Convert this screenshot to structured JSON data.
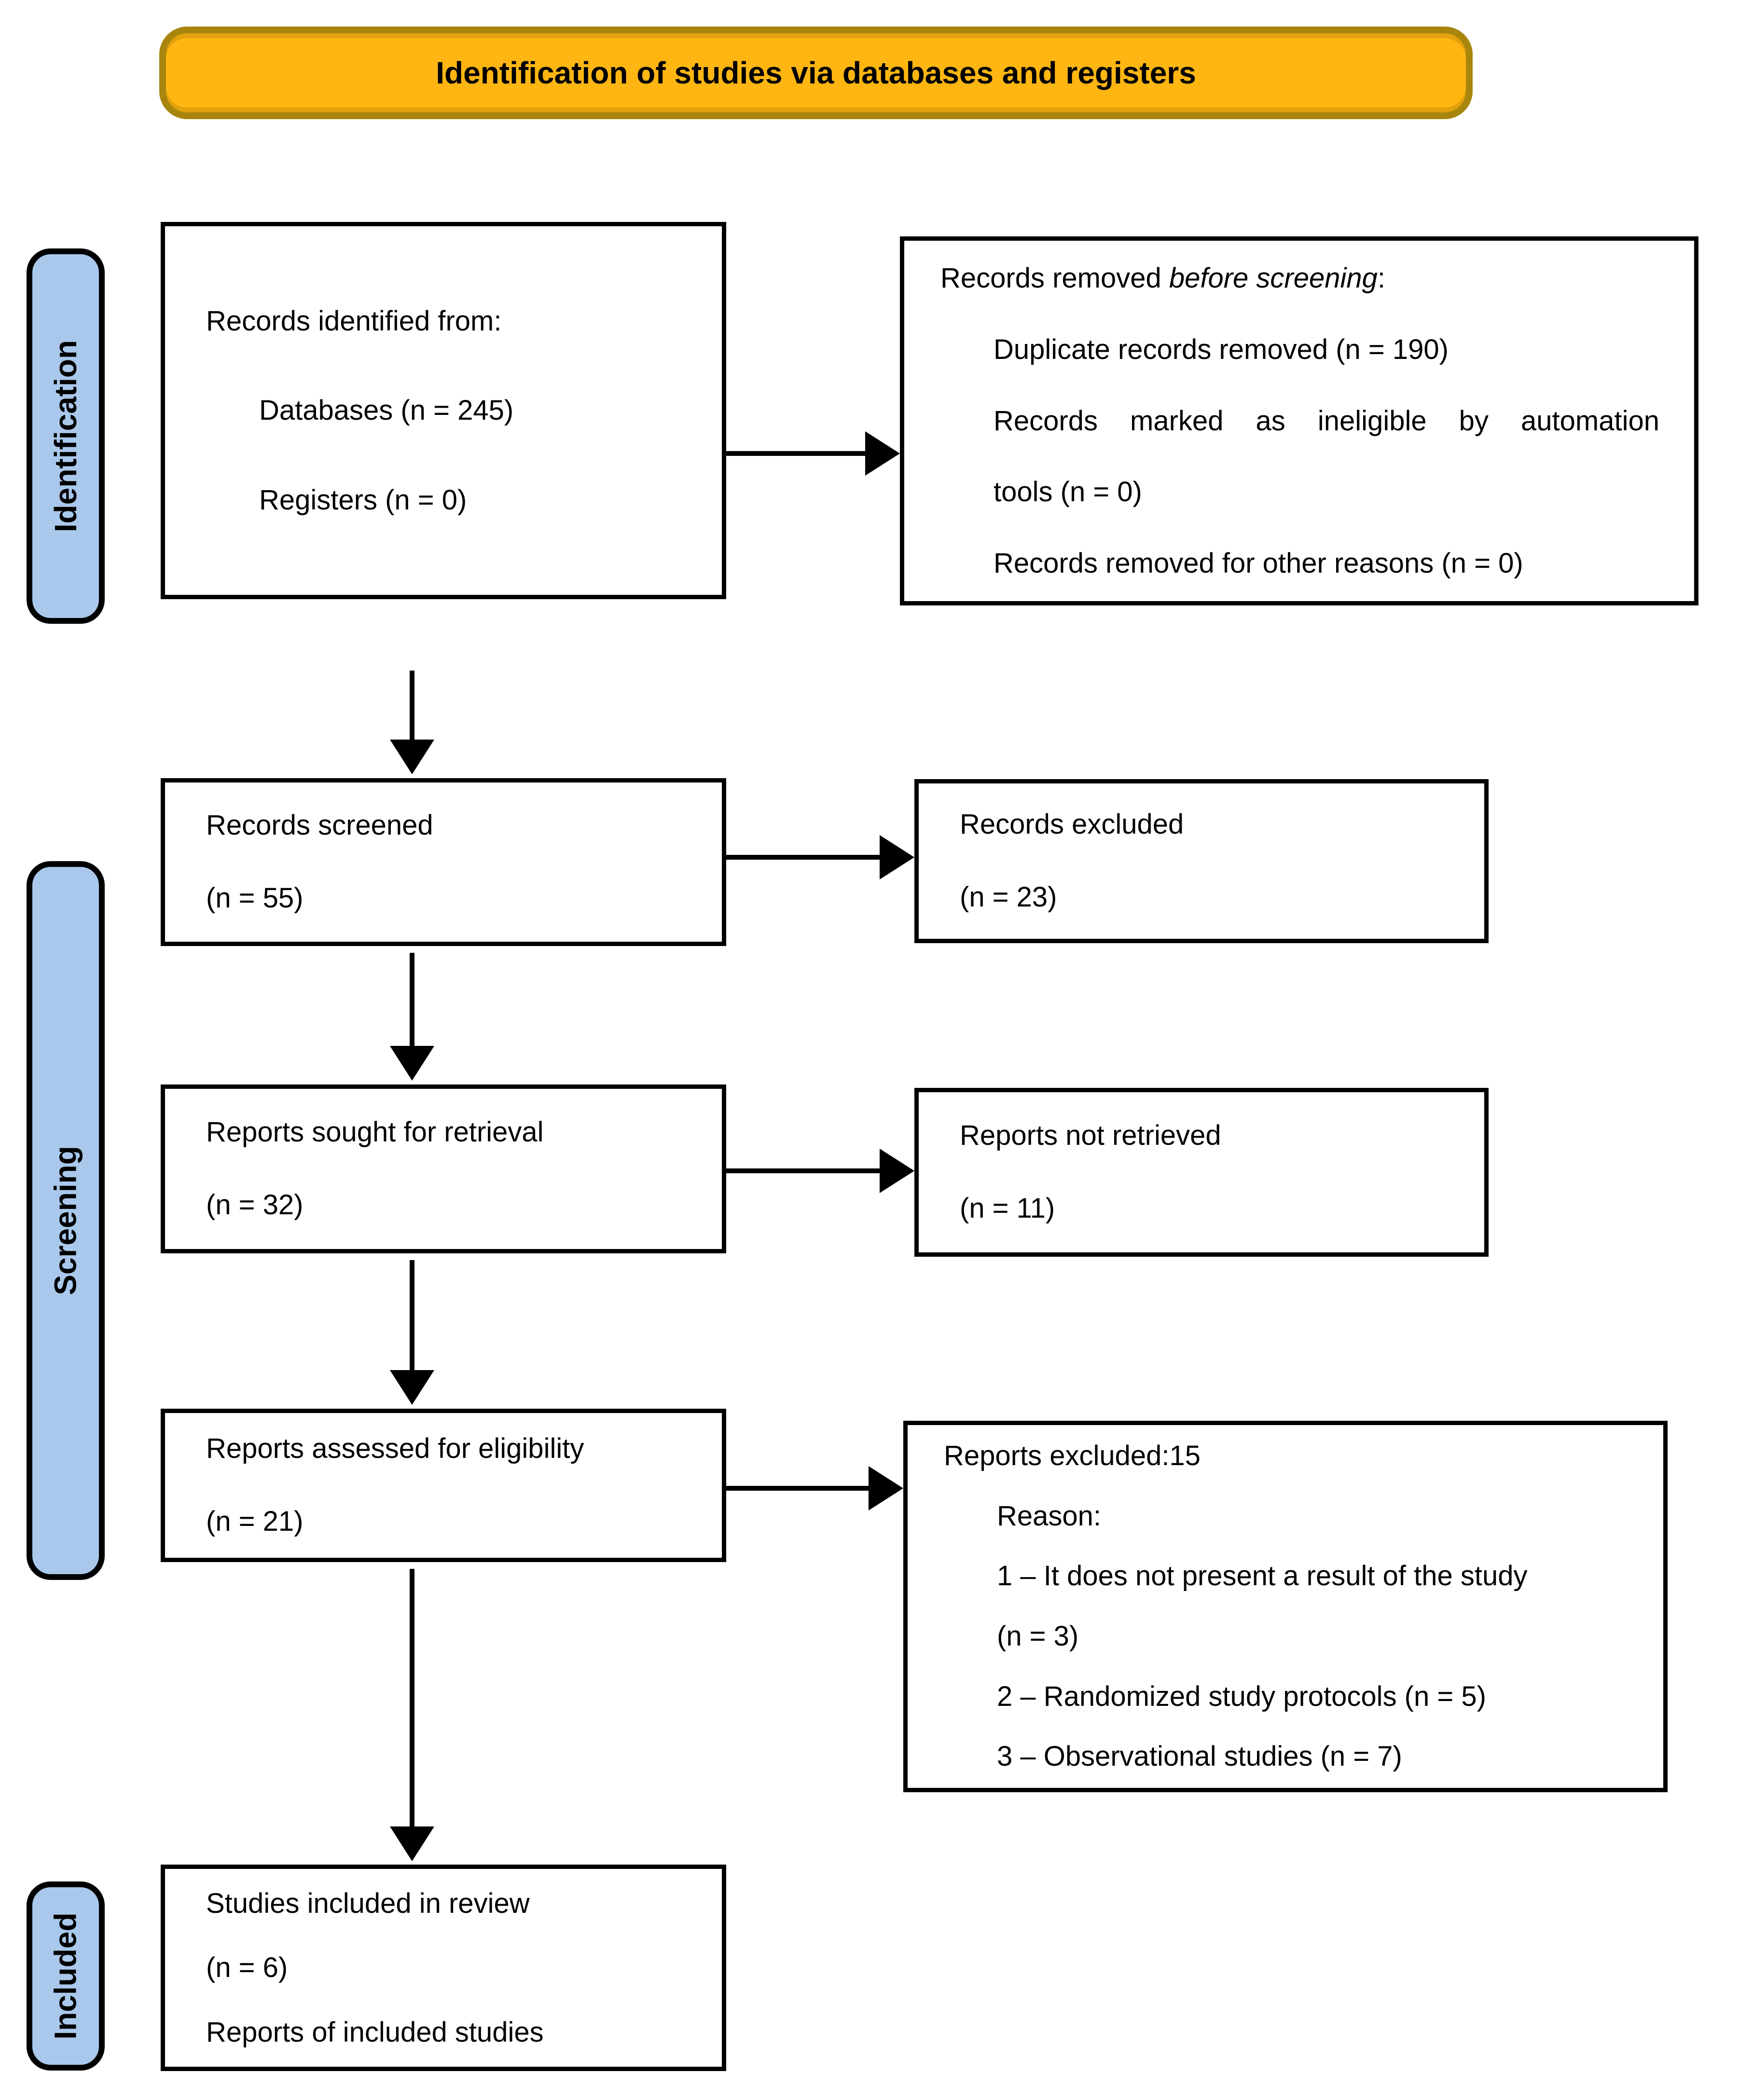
{
  "banner": {
    "label": "Identification of studies via databases and registers",
    "fill": "#FFB612",
    "border": "#A8860D"
  },
  "sidebar": {
    "fill": "#A9C8EB",
    "items": [
      {
        "label": "Identification"
      },
      {
        "label": "Screening"
      },
      {
        "label": "Included"
      }
    ]
  },
  "flow": {
    "records_identified": {
      "title": "Records identified from:",
      "databases": "Databases (n = 245)",
      "registers": "Registers (n = 0)"
    },
    "records_removed": {
      "prefix": "Records removed ",
      "italic": "before screening",
      "suffix": ":",
      "duplicates": "Duplicate records removed (n = 190)",
      "automation_line1": "Records marked as ineligible by automation",
      "automation_line2": "tools (n = 0)",
      "other": "Records removed for other reasons (n = 0)"
    },
    "records_screened": {
      "label": "Records screened",
      "count": "(n = 55)"
    },
    "records_excluded": {
      "label": "Records excluded",
      "count": "(n = 23)"
    },
    "reports_sought": {
      "label": "Reports sought for retrieval",
      "count": "(n = 32)"
    },
    "reports_not_retrieved": {
      "label": "Reports not retrieved",
      "count": "(n = 11)"
    },
    "reports_assessed": {
      "label": "Reports assessed for eligibility",
      "count": "(n = 21)"
    },
    "reports_excluded": {
      "title": "Reports excluded:15",
      "reason_label": "Reason:",
      "reason1_line1": "1 – It does not present a result of the study",
      "reason1_line2": "(n = 3)",
      "reason2": "2 – Randomized study protocols (n = 5)",
      "reason3": "3 – Observational studies (n = 7)"
    },
    "studies_included": {
      "line1": "Studies included in review",
      "line2": "(n = 6)",
      "line3": "Reports of included studies"
    }
  }
}
